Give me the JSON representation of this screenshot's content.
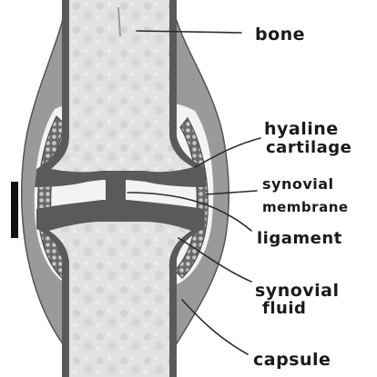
{
  "labels": {
    "bone": "bone",
    "hyaline_line1": "hyaline",
    "hyaline_line2": "cartilage",
    "synovial_membrane_line1": "synovial",
    "synovial_membrane_line2": "membrane",
    "ligament": "ligament",
    "synovial_fluid_line1": "synovial",
    "synovial_fluid_line2": "fluid",
    "capsule": "capsule"
  },
  "colors": {
    "bone_fill": "#e4e4e4",
    "cartilage_dark": "#5c5c5c",
    "capsule_fill": "#9a9a9a",
    "membrane_bead": "#c4c4c4",
    "synovial_space": "#f3f3f3",
    "label_text": "#1a1a1a"
  }
}
